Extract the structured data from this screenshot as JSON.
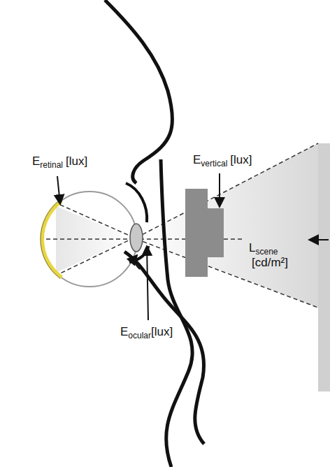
{
  "diagram": {
    "labels": [
      "E",
      "retinal",
      "[lux]",
      "E",
      "vertical",
      "[lux]",
      "L",
      "scene",
      "[cd/m²]",
      "E",
      "ocular",
      "[lux]"
    ]
  }
}
